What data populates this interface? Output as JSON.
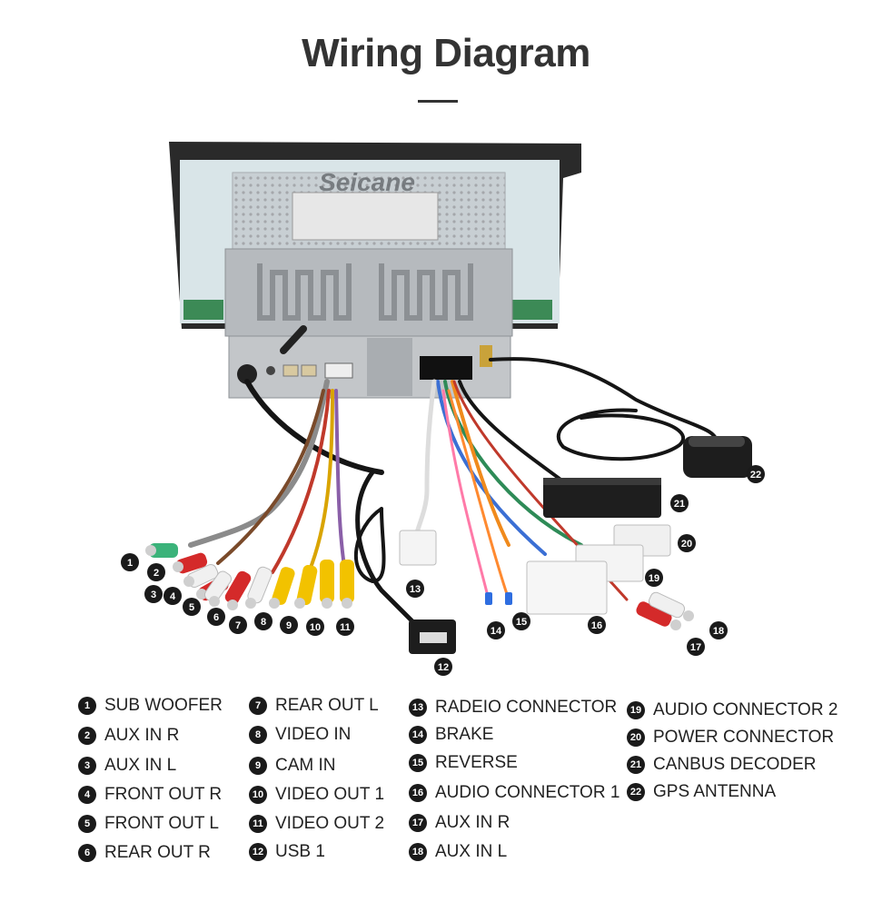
{
  "title": "Wiring Diagram",
  "brand": "Seicane",
  "legend": [
    {
      "num": "1",
      "label": "SUB WOOFER"
    },
    {
      "num": "2",
      "label": "AUX IN R"
    },
    {
      "num": "3",
      "label": "AUX IN L"
    },
    {
      "num": "4",
      "label": "FRONT OUT R"
    },
    {
      "num": "5",
      "label": "FRONT OUT L"
    },
    {
      "num": "6",
      "label": "REAR OUT R"
    },
    {
      "num": "7",
      "label": "REAR OUT L"
    },
    {
      "num": "8",
      "label": "VIDEO IN"
    },
    {
      "num": "9",
      "label": "CAM IN"
    },
    {
      "num": "10",
      "label": "VIDEO OUT 1"
    },
    {
      "num": "11",
      "label": "VIDEO OUT 2"
    },
    {
      "num": "12",
      "label": "USB 1"
    },
    {
      "num": "13",
      "label": "RADEIO CONNECTOR"
    },
    {
      "num": "14",
      "label": "BRAKE"
    },
    {
      "num": "15",
      "label": "REVERSE"
    },
    {
      "num": "16",
      "label": "AUDIO CONNECTOR 1"
    },
    {
      "num": "17",
      "label": "AUX IN R"
    },
    {
      "num": "18",
      "label": "AUX IN L"
    },
    {
      "num": "19",
      "label": "AUDIO CONNECTOR 2"
    },
    {
      "num": "20",
      "label": "POWER CONNECTOR"
    },
    {
      "num": "21",
      "label": "CANBUS DECODER"
    },
    {
      "num": "22",
      "label": "GPS ANTENNA"
    }
  ],
  "colors": {
    "title": "#333333",
    "callout": "#1a1a1a",
    "rca_red": "#d42a2a",
    "rca_white": "#f0f0f0",
    "rca_yellow": "#f2c200",
    "rca_green": "#3bb37a",
    "cable_black": "#151515"
  },
  "icons": [
    "usb-connector-icon",
    "gps-antenna-icon",
    "canbus-decoder-icon",
    "rca-plug-icon",
    "harness-connector-icon"
  ]
}
